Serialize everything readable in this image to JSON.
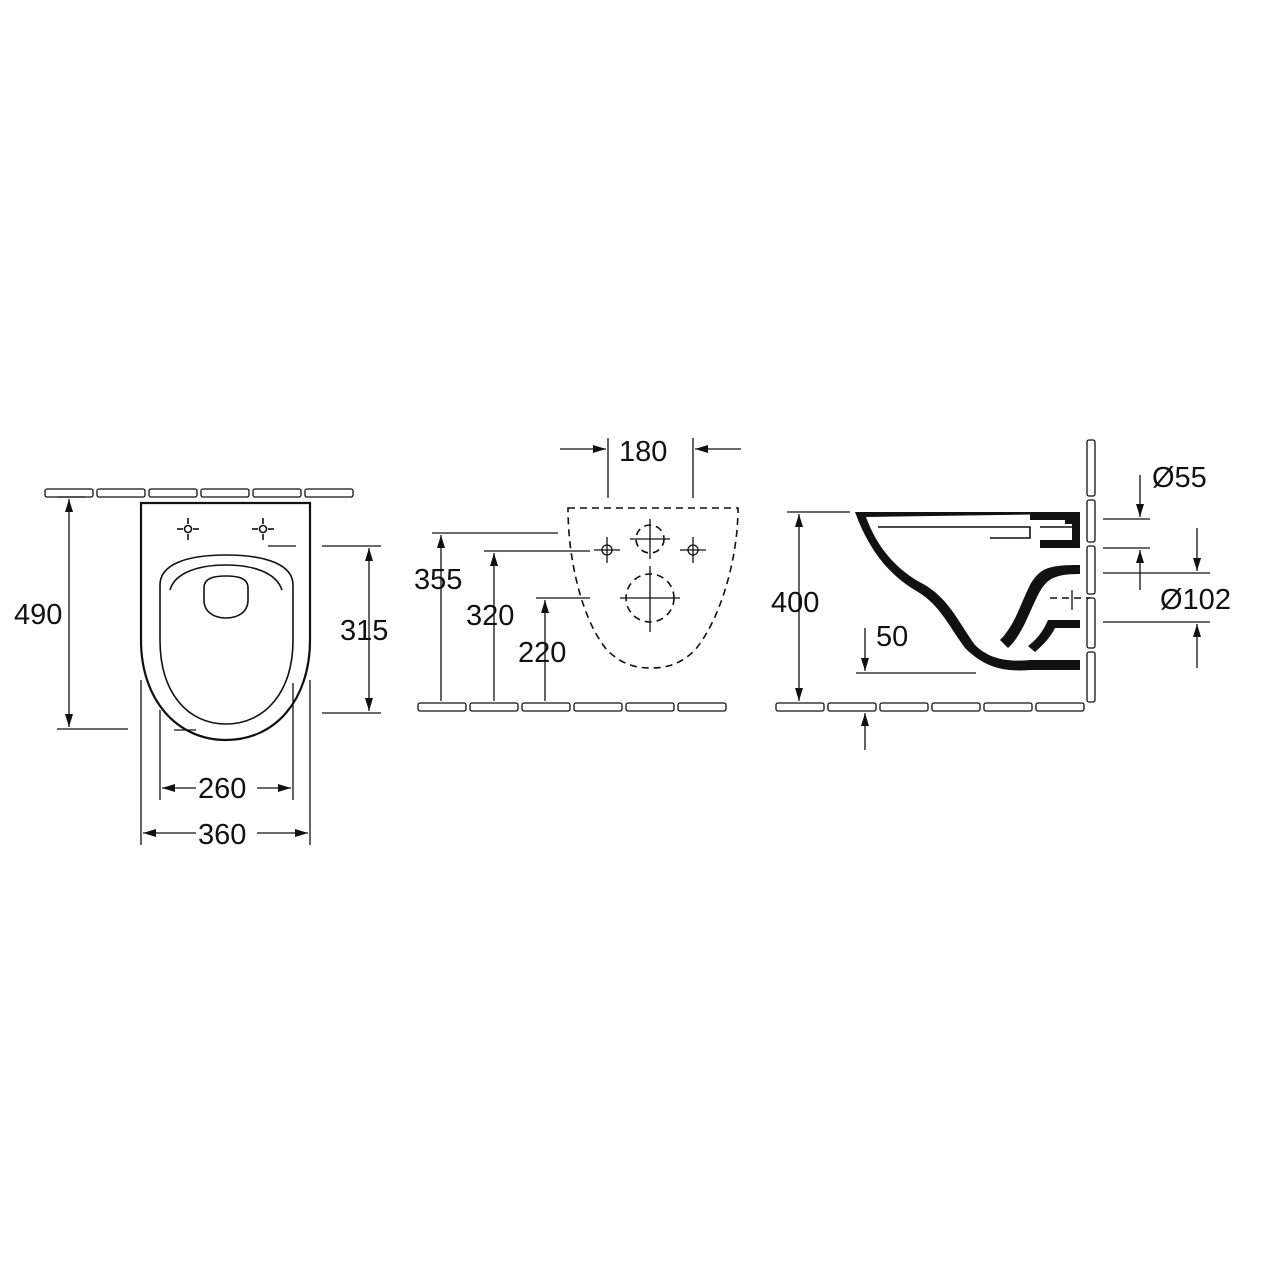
{
  "colors": {
    "line": "#111111",
    "background": "#ffffff"
  },
  "top_view": {
    "height_total": "490",
    "seat_to_wall": "315",
    "seat_inner_width": "260",
    "overall_width": "360"
  },
  "rear_view": {
    "bolt_spacing": "180",
    "height_top": "355",
    "bolt_height": "320",
    "outlet_height": "220"
  },
  "side_view": {
    "height": "400",
    "inlet_diameter": "Ø55",
    "outlet_diameter": "Ø102",
    "floor_offset": "50"
  }
}
